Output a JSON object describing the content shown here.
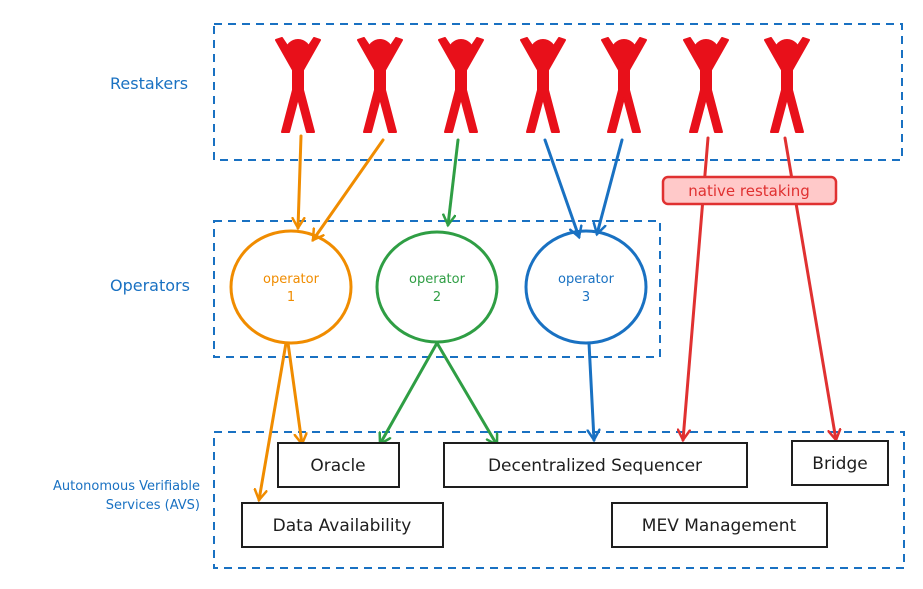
{
  "colors": {
    "blue": "#1971c2",
    "orange": "#f08c00",
    "green": "#2f9e44",
    "red": "#e03131",
    "red_person": "#e8101a",
    "black": "#1e1e1e",
    "native_fill": "#ffc9c9"
  },
  "sections": {
    "restakers": "Restakers",
    "operators": "Operators",
    "avs_line1": "Autonomous Verifiable",
    "avs_line2": "Services (AVS)"
  },
  "restakers_count": 7,
  "operators": [
    {
      "line1": "operator",
      "line2": "1",
      "color": "orange"
    },
    {
      "line1": "operator",
      "line2": "2",
      "color": "green"
    },
    {
      "line1": "operator",
      "line2": "3",
      "color": "blue"
    }
  ],
  "native_label": "native restaking",
  "services": {
    "oracle": "Oracle",
    "sequencer": "Decentralized Sequencer",
    "bridge": "Bridge",
    "data_availability": "Data Availability",
    "mev": "MEV Management"
  }
}
